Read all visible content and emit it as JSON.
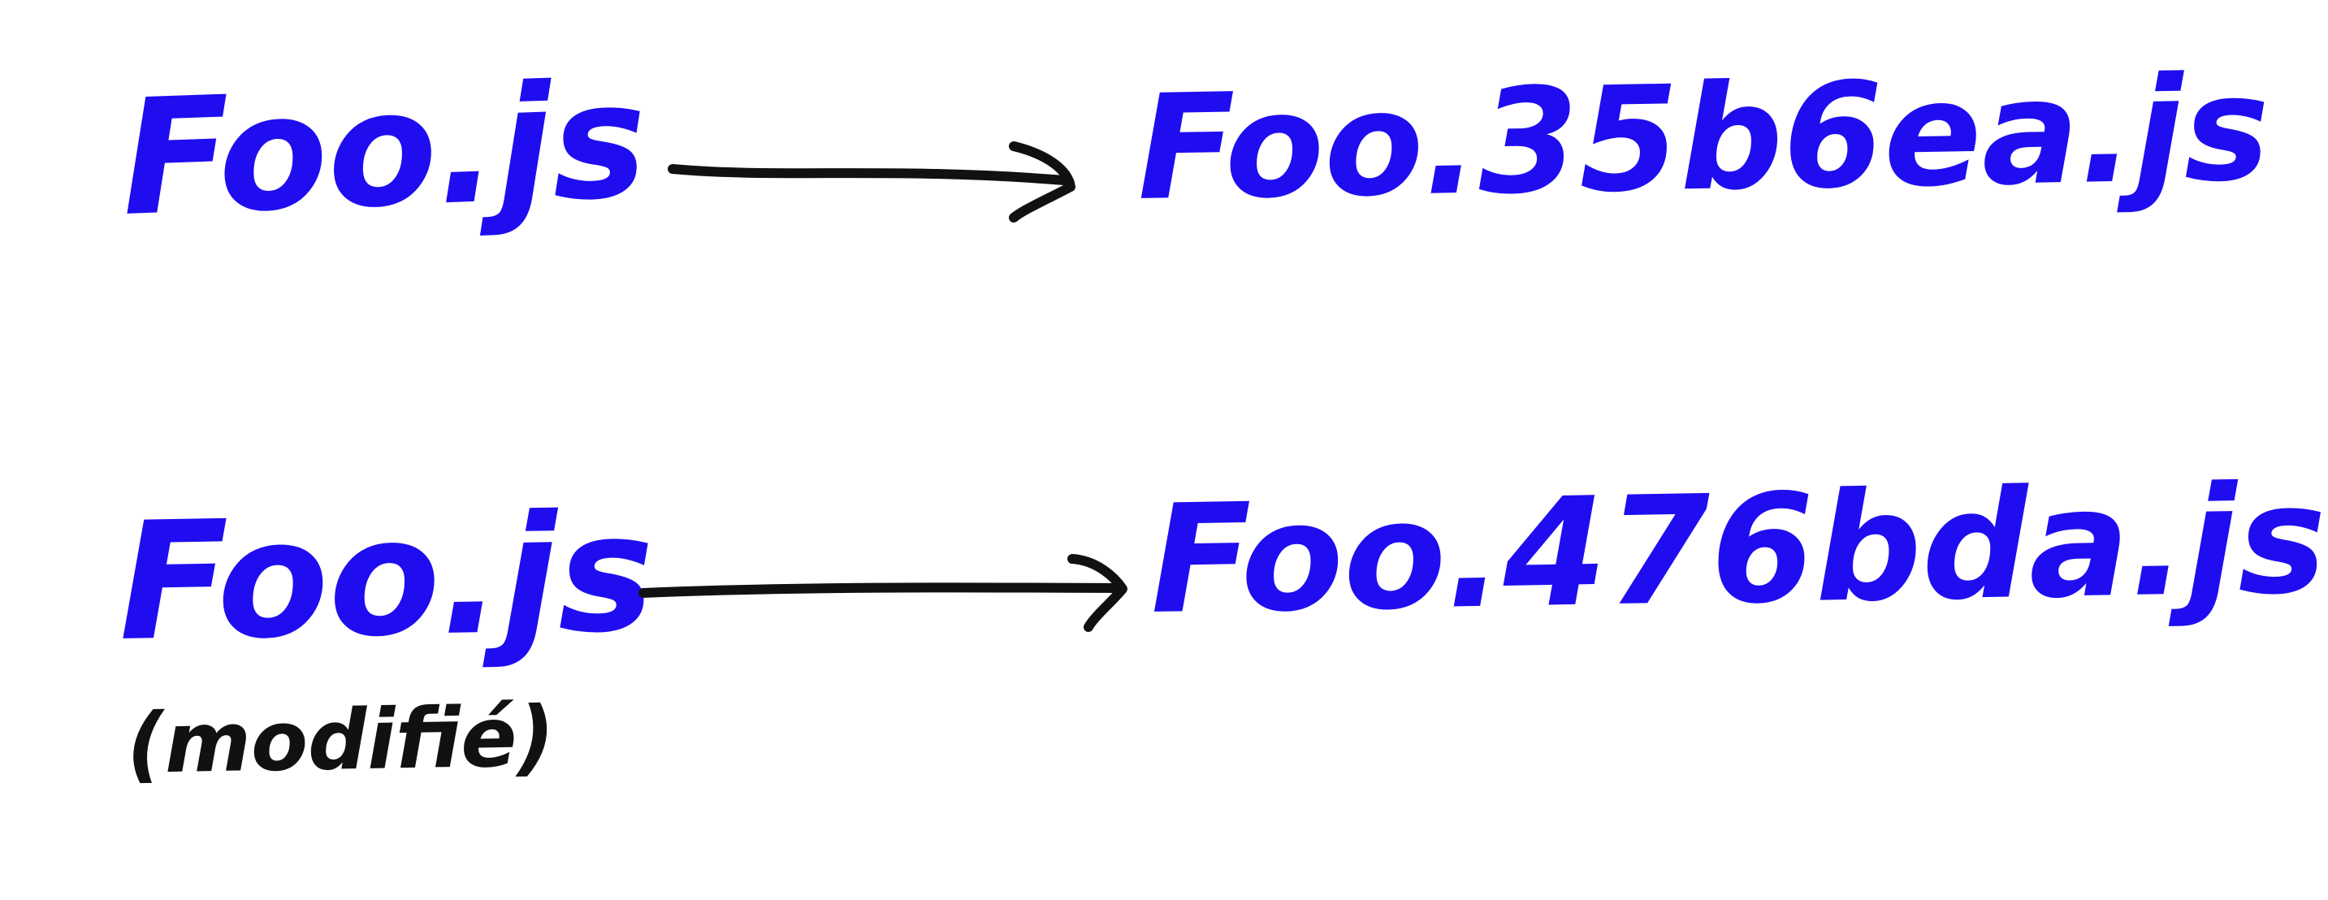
{
  "diagram": {
    "rows": [
      {
        "source": "Foo.js",
        "target": "Foo.35b6ea.js",
        "note": ""
      },
      {
        "source": "Foo.js",
        "target": "Foo.476bda.js",
        "note": "(modifié)"
      }
    ]
  },
  "colors": {
    "ink_blue": "#1f0df0",
    "ink_black": "#111111",
    "background": "#ffffff"
  }
}
